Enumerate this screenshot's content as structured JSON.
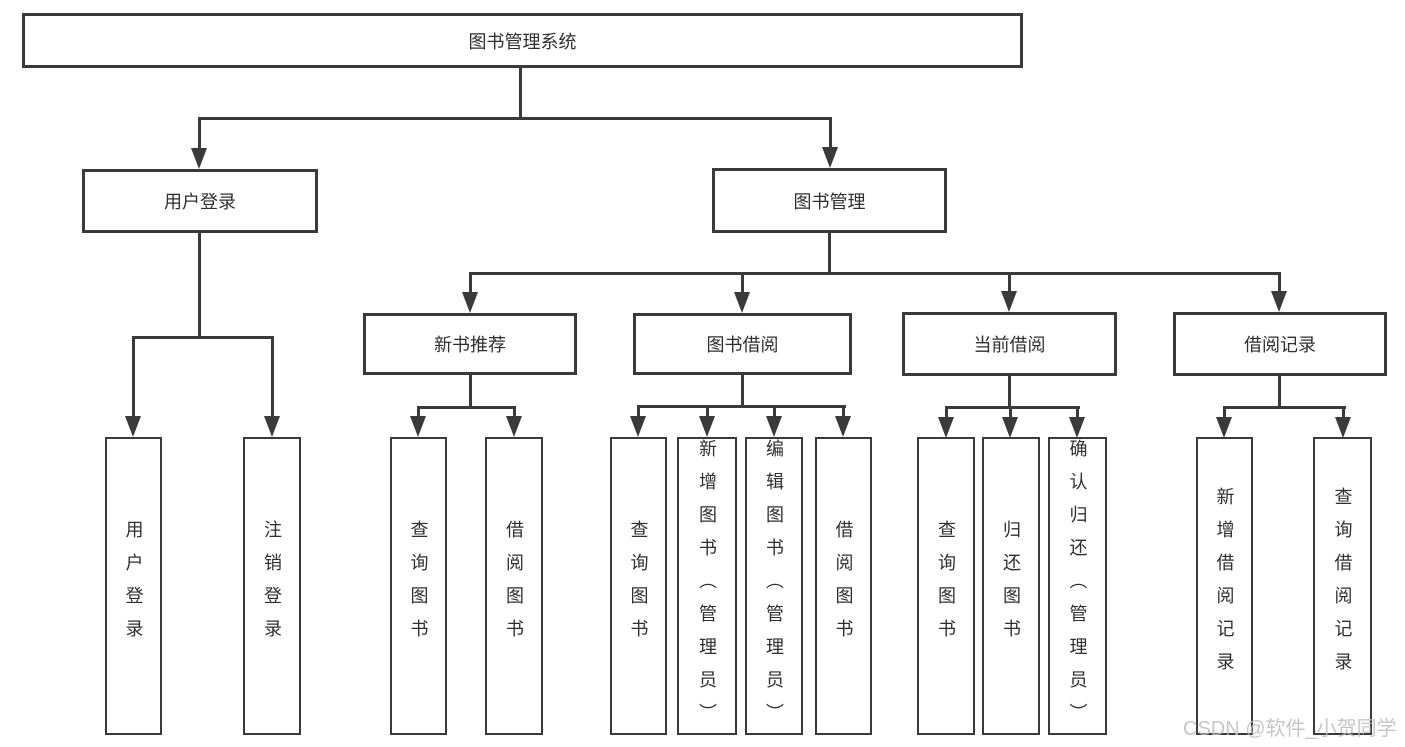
{
  "diagram_title": "图书管理系统",
  "watermark": "CSDN @软件_小贺同学",
  "colors": {
    "line": "#3a3a3a",
    "text": "#2f2f2f",
    "background": "#ffffff",
    "watermark": "#bdbdbd"
  },
  "nodes": {
    "root": {
      "label": "图书管理系统"
    },
    "level1": [
      {
        "label": "用户登录",
        "parent": "图书管理系统"
      },
      {
        "label": "图书管理",
        "parent": "图书管理系统"
      }
    ],
    "level2": [
      {
        "label": "新书推荐",
        "parent": "图书管理"
      },
      {
        "label": "图书借阅",
        "parent": "图书管理"
      },
      {
        "label": "当前借阅",
        "parent": "图书管理"
      },
      {
        "label": "借阅记录",
        "parent": "图书管理"
      }
    ],
    "leaves": [
      {
        "label": "用户登录",
        "parent": "用户登录"
      },
      {
        "label": "注销登录",
        "parent": "用户登录"
      },
      {
        "label": "查询图书",
        "parent": "新书推荐"
      },
      {
        "label": "借阅图书",
        "parent": "新书推荐"
      },
      {
        "label": "查询图书",
        "parent": "图书借阅"
      },
      {
        "label": "新增图书（管理员）",
        "parent": "图书借阅"
      },
      {
        "label": "编辑图书（管理员）",
        "parent": "图书借阅"
      },
      {
        "label": "借阅图书",
        "parent": "图书借阅"
      },
      {
        "label": "查询图书",
        "parent": "当前借阅"
      },
      {
        "label": "归还图书",
        "parent": "当前借阅"
      },
      {
        "label": "确认归还（管理员）",
        "parent": "当前借阅"
      },
      {
        "label": "新增借阅记录",
        "parent": "借阅记录"
      },
      {
        "label": "查询借阅记录",
        "parent": "借阅记录"
      }
    ]
  }
}
